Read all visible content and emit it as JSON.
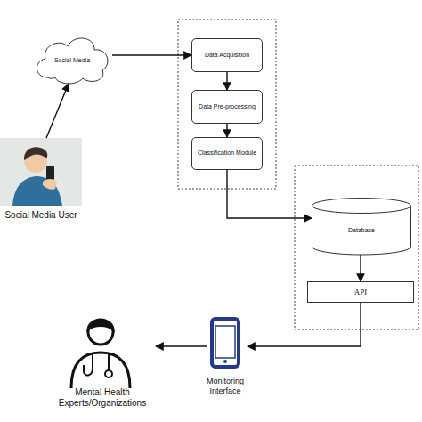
{
  "diagram": {
    "nodes": [
      {
        "text": [
          "Social Media"
        ]
      },
      {
        "text": [
          "Social Media User"
        ]
      },
      {
        "text": [
          "Data Acquisition"
        ]
      },
      {
        "text": [
          "Data Pre-processing"
        ]
      },
      {
        "text": [
          "Classification Module"
        ]
      },
      {
        "text": [
          "Database"
        ]
      },
      {
        "text": [
          "API"
        ]
      },
      {
        "text": [
          "Monitoring Interface"
        ]
      },
      {
        "text": [
          "Mental Health Experts/Organizations"
        ]
      }
    ],
    "edges": [
      {
        "from": 1,
        "to": 0,
        "arrow": "to"
      },
      {
        "from": 0,
        "to": 2,
        "arrow": "to"
      },
      {
        "from": 2,
        "to": 3,
        "arrow": "to"
      },
      {
        "from": 3,
        "to": 4,
        "arrow": "to"
      },
      {
        "from": 4,
        "to": 5,
        "arrow": "to"
      },
      {
        "from": 5,
        "to": 6,
        "arrow": "to"
      },
      {
        "from": 6,
        "to": 7,
        "arrow": "to"
      },
      {
        "from": 7,
        "to": 8,
        "arrow": "to"
      }
    ]
  }
}
